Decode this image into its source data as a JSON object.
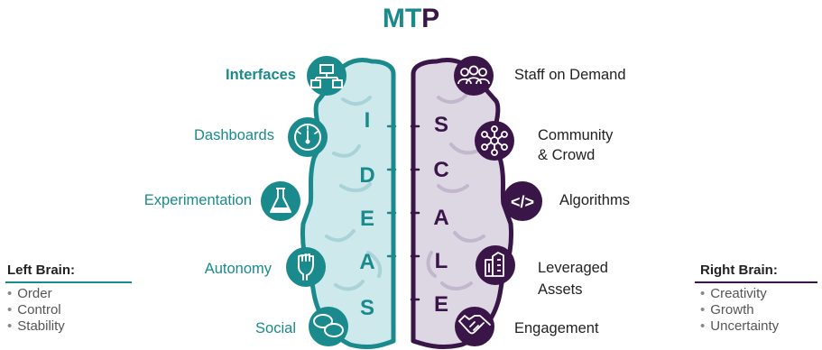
{
  "title": {
    "part1": "MT",
    "part2": "P"
  },
  "colors": {
    "teal": "#1a8a8c",
    "purple": "#3a1548",
    "teal_light": "#cde9ec",
    "purple_light": "#ddd6e3"
  },
  "ideas": {
    "letters": [
      "I",
      "D",
      "E",
      "A",
      "S"
    ],
    "items": [
      {
        "label": "Interfaces",
        "icon": "flowchart-icon"
      },
      {
        "label": "Dashboards",
        "icon": "gauge-icon"
      },
      {
        "label": "Experimentation",
        "icon": "flask-icon"
      },
      {
        "label": "Autonomy",
        "icon": "raised-fist-icon"
      },
      {
        "label": "Social",
        "icon": "chat-bubbles-icon"
      }
    ]
  },
  "scale": {
    "letters": [
      "S",
      "C",
      "A",
      "L",
      "E"
    ],
    "items": [
      {
        "label": "Staff on Demand",
        "icon": "people-icon"
      },
      {
        "label_line1": "Community",
        "label_line2": "& Crowd",
        "icon": "network-icon"
      },
      {
        "label": "Algorithms",
        "icon": "code-icon"
      },
      {
        "label_line1": "Leveraged",
        "label_line2": "Assets",
        "icon": "buildings-icon"
      },
      {
        "label": "Engagement",
        "icon": "handshake-icon"
      }
    ]
  },
  "left_brain": {
    "heading": "Left Brain:",
    "items": [
      "Order",
      "Control",
      "Stability"
    ]
  },
  "right_brain": {
    "heading": "Right Brain:",
    "items": [
      "Creativity",
      "Growth",
      "Uncertainty"
    ]
  }
}
